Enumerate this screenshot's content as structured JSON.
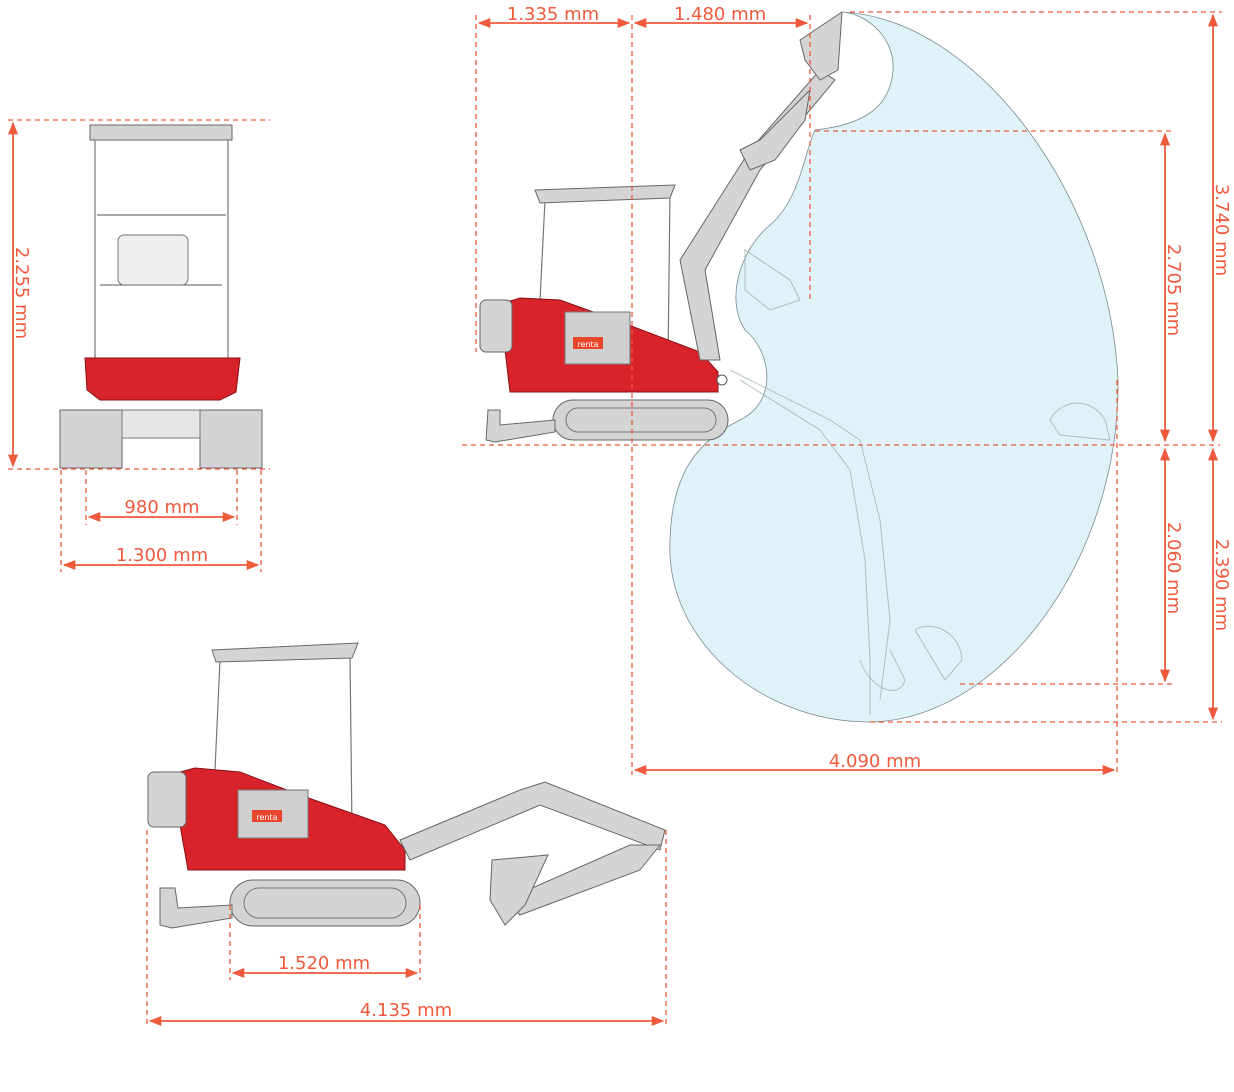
{
  "front_view": {
    "height_label": "2.255 mm",
    "track_gauge_label": "980 mm",
    "width_label": "1.300 mm"
  },
  "side_reach_view": {
    "rear_swing_label": "1.335 mm",
    "front_swing_label": "1.480 mm",
    "max_height_label": "3.740 mm",
    "max_dump_height_label": "2.705 mm",
    "vertical_wall_depth_label": "2.060 mm",
    "max_dig_depth_label": "2.390 mm",
    "max_reach_label": "4.090 mm",
    "brand_decal": "renta"
  },
  "transport_view": {
    "track_length_label": "1.520 mm",
    "transport_length_label": "4.135 mm",
    "brand_decal": "renta"
  },
  "colors": {
    "dimension": "#ef5a3c",
    "machine_body": "#d8232a",
    "envelope": "#dff2f8"
  }
}
